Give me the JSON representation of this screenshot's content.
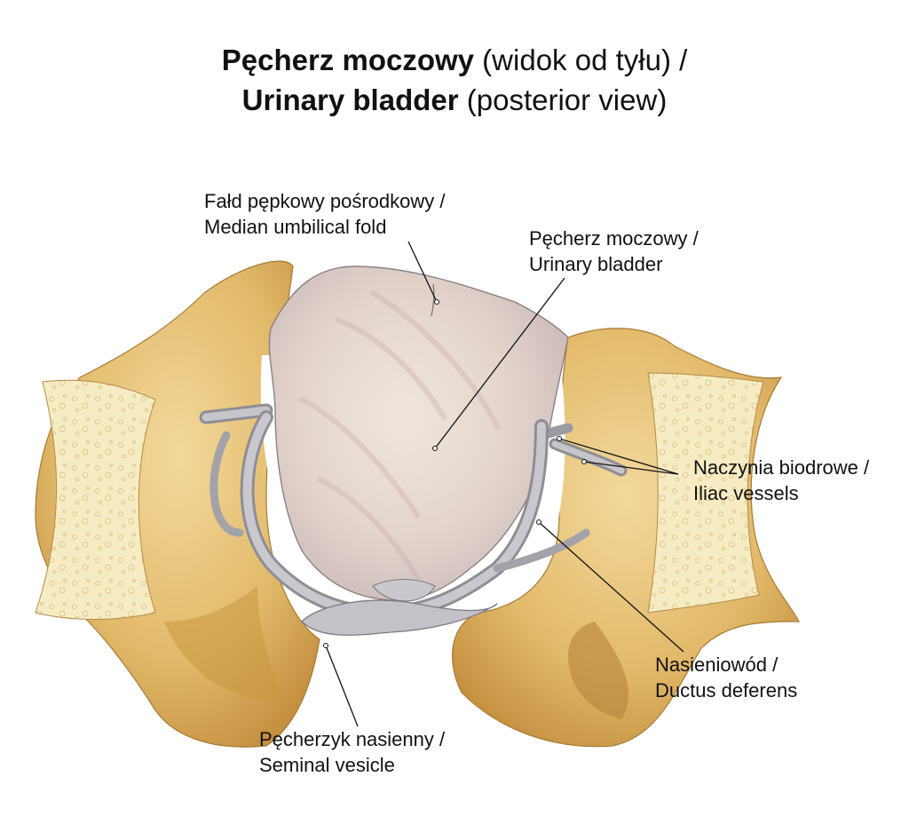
{
  "title": {
    "line1_bold": "Pęcherz moczowy",
    "line1_rest": " (widok od tyłu) /",
    "line2_bold": "Urinary bladder",
    "line2_rest": " (posterior view)"
  },
  "labels": {
    "median_umbilical_fold": {
      "pl": "Fałd pępkowy pośrodkowy /",
      "en": "Median umbilical fold"
    },
    "urinary_bladder": {
      "pl": "Pęcherz moczowy /",
      "en": "Urinary bladder"
    },
    "iliac_vessels": {
      "pl": "Naczynia biodrowe /",
      "en": "Iliac vessels"
    },
    "ductus_deferens": {
      "pl": "Nasieniowód /",
      "en": "Ductus deferens"
    },
    "seminal_vesicle": {
      "pl": "Pęcherzyk nasienny /",
      "en": "Seminal vesicle"
    }
  },
  "colors": {
    "bone": "#e8c47a",
    "bone_dark": "#c9983f",
    "bone_spongy": "#f6ecc4",
    "bladder": "#e6dcd2",
    "bladder_shade": "#c9b8b4",
    "vessel": "#b9b8bf",
    "leader": "#111111"
  }
}
